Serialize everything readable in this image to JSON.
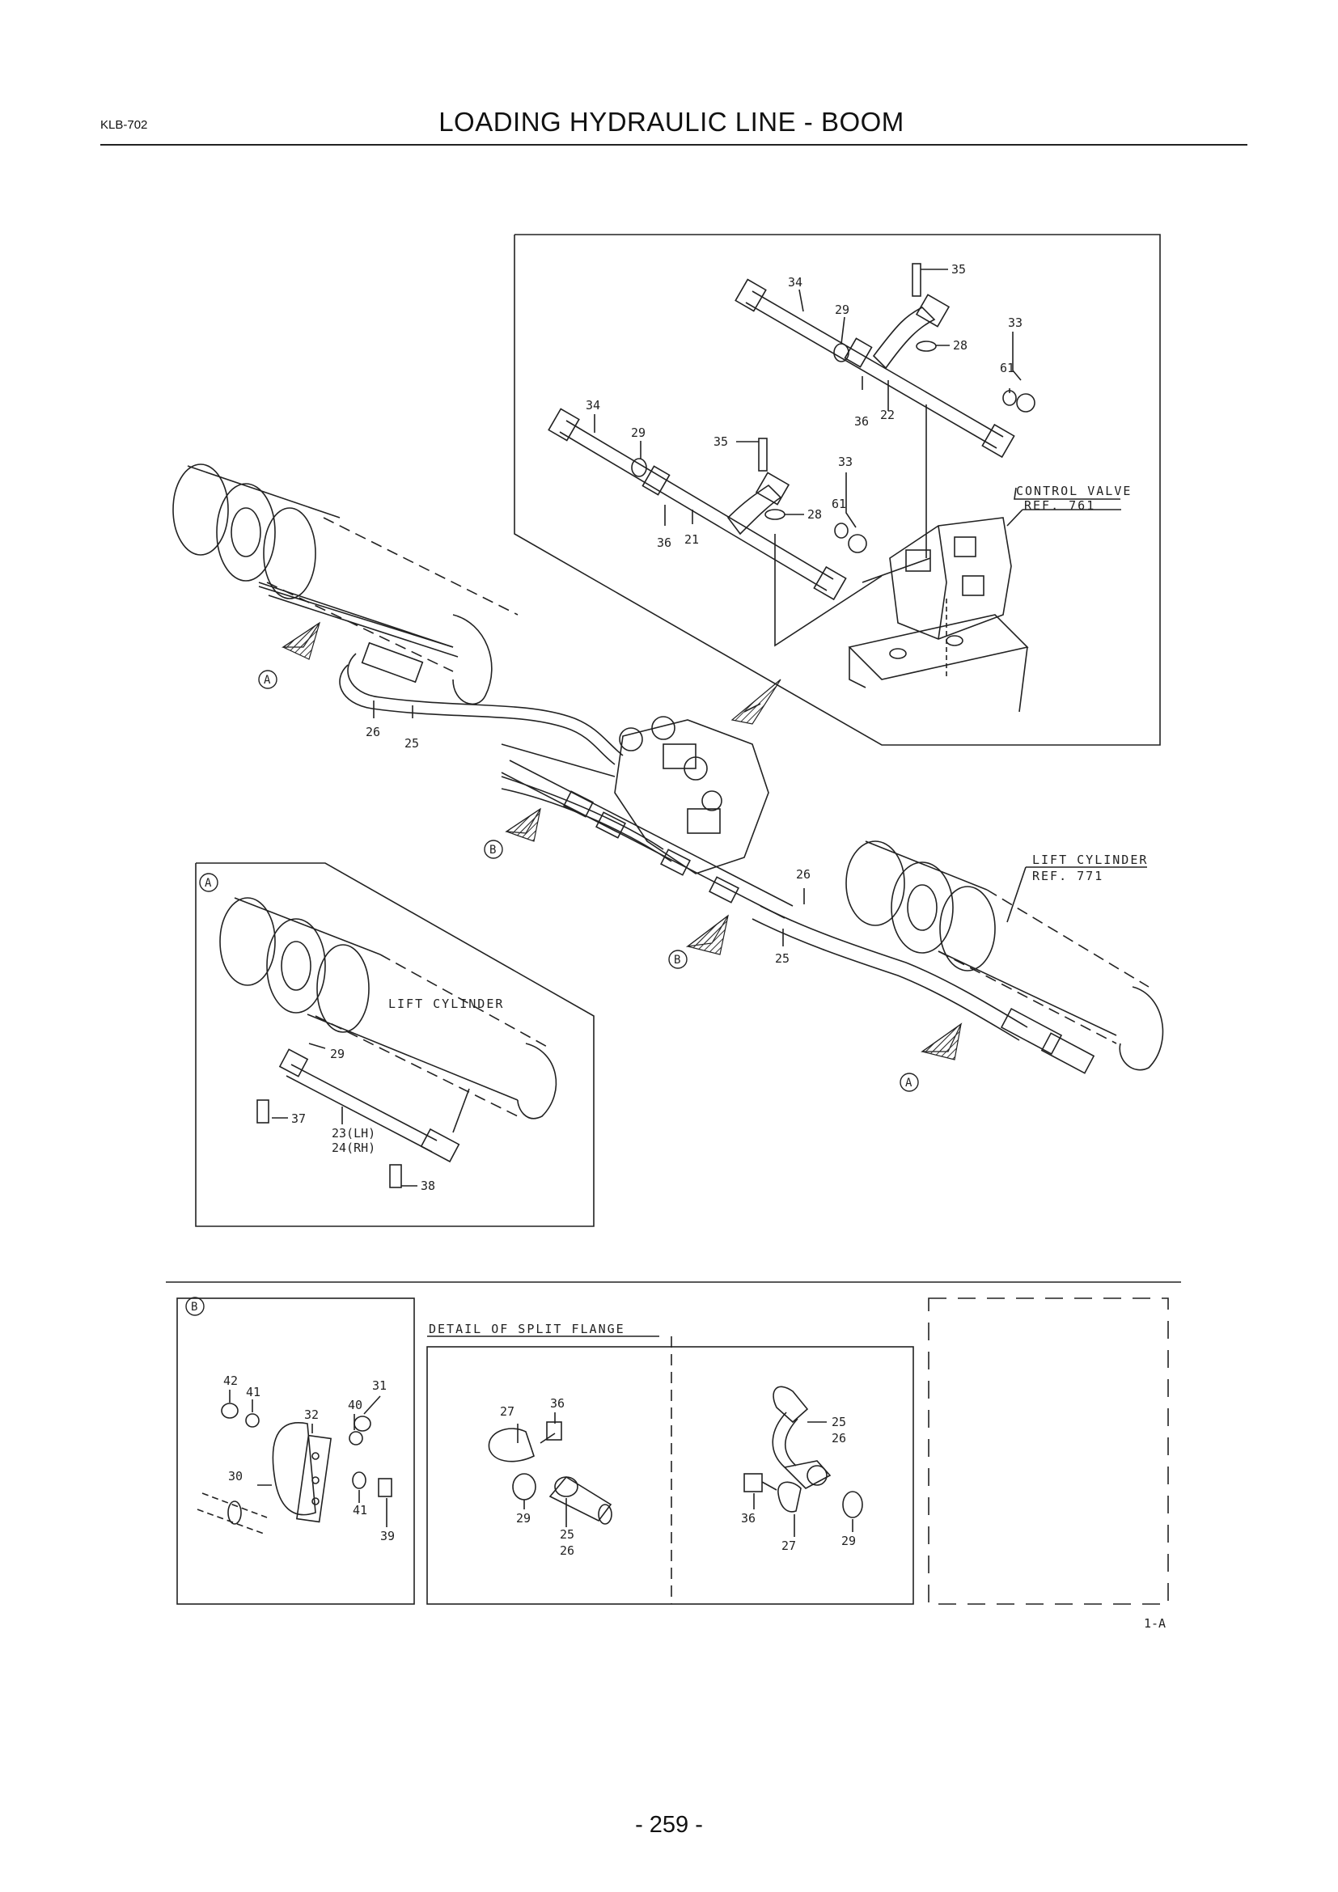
{
  "header": {
    "doc_code": "KLB-702",
    "title": "LOADING HYDRAULIC LINE - BOOM"
  },
  "footer": {
    "page_number": "- 259 -",
    "figure_code": "1-A"
  },
  "labels": {
    "control_valve": "CONTROL VALVE",
    "control_valve_ref": "REF. 761",
    "lift_cylinder_main": "LIFT CYLINDER",
    "lift_cylinder_ref": "REF. 771",
    "lift_cylinder_inset": "LIFT CYLINDER",
    "split_flange_detail": "DETAIL OF SPLIT FLANGE",
    "view_a": "A",
    "view_b": "B"
  },
  "callouts": {
    "top_inset": [
      "34",
      "29",
      "35",
      "28",
      "33",
      "61",
      "36",
      "22",
      "34",
      "29",
      "35",
      "33",
      "61",
      "28",
      "36",
      "21"
    ],
    "main": [
      "26",
      "25",
      "26",
      "25"
    ],
    "inset_a": [
      "29",
      "37",
      "23(LH)",
      "24(RH)",
      "38"
    ],
    "inset_b": [
      "42",
      "41",
      "40",
      "31",
      "32",
      "30",
      "41",
      "39"
    ],
    "split_flange_left": [
      "27",
      "36",
      "29",
      "25",
      "26"
    ],
    "split_flange_right": [
      "25",
      "26",
      "36",
      "27",
      "29"
    ]
  },
  "colors": {
    "line": "#222222",
    "hatch": "#333333"
  }
}
